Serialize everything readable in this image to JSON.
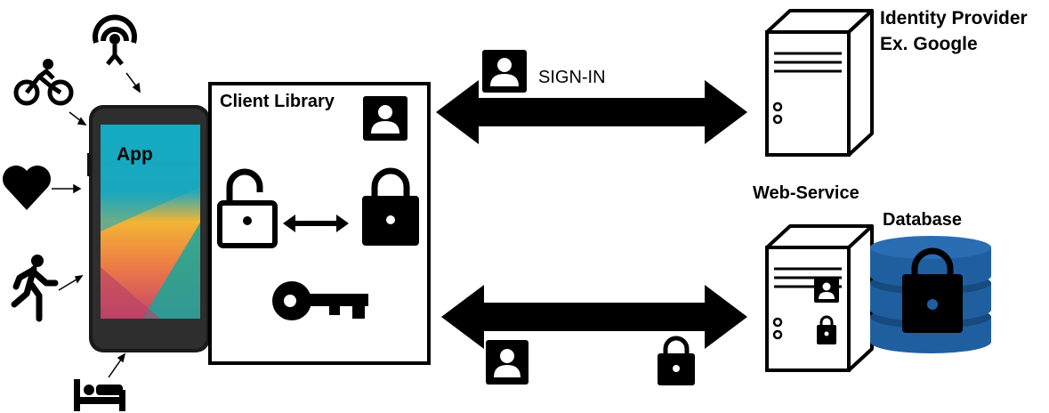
{
  "labels": {
    "app": "App",
    "client_library": "Client Library",
    "sign_in": "SIGN-IN",
    "identity_provider_line1": "Identity Provider",
    "identity_provider_line2": "Ex. Google",
    "web_service": "Web-Service",
    "database": "Database"
  },
  "icons": {
    "sensors": [
      "antenna-icon",
      "cyclist-icon",
      "heart-icon",
      "runner-icon",
      "bed-icon"
    ],
    "client_library": [
      "user-badge-icon",
      "open-padlock-icon",
      "double-arrow-icon",
      "closed-padlock-icon",
      "key-icon"
    ],
    "links": [
      "sign-in-user-icon",
      "request-user-icon",
      "request-lock-icon"
    ],
    "servers": [
      "identity-server-icon",
      "web-service-server-icon",
      "database-icon"
    ]
  },
  "colors": {
    "stroke": "#000000",
    "database_blue": "#1f5fa0",
    "database_blue_dark": "#174a7e",
    "screen_top": "#19b3c8",
    "screen_mid": "#f4a63a",
    "screen_bottom": "#c94b6b"
  }
}
